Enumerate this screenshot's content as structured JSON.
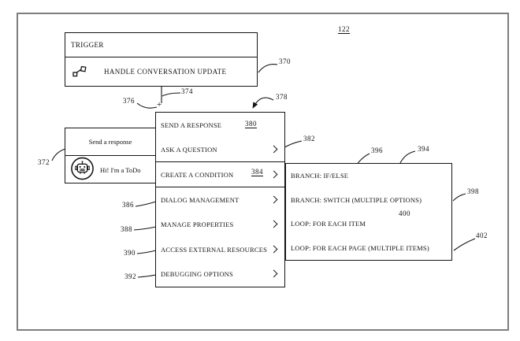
{
  "figure": {
    "ref": "122"
  },
  "colors": {
    "line": "#141414",
    "figure_border": "#7e7e7e",
    "background": "#ffffff"
  },
  "trigger_box": {
    "header": "TRIGGER",
    "item": "HANDLE CONVERSATION UPDATE",
    "icon": "connector-icon",
    "ref": "370"
  },
  "connector": {
    "plus": "+",
    "line_ref": "374",
    "plus_ref": "376"
  },
  "response_box": {
    "title": "Send a response",
    "message": "Hi! I'm a ToDo",
    "icon": "bot-avatar-icon",
    "ref": "372"
  },
  "menu": {
    "ref": "378",
    "items": [
      {
        "label": "SEND A RESPONSE",
        "ref": "380",
        "chevron": false
      },
      {
        "label": "ASK A QUESTION",
        "ref": "382",
        "chevron": true
      },
      {
        "label": "CREATE A CONDITION",
        "ref": "384",
        "chevron": true
      },
      {
        "label": "DIALOG MANAGEMENT",
        "ref": "386",
        "chevron": true
      },
      {
        "label": "MANAGE PROPERTIES",
        "ref": "388",
        "chevron": true
      },
      {
        "label": "ACCESS EXTERNAL RESOURCES",
        "ref": "390",
        "chevron": true
      },
      {
        "label": "DEBUGGING OPTIONS",
        "ref": "392",
        "chevron": true
      }
    ]
  },
  "submenu": {
    "ref": "394",
    "items": [
      {
        "label": "BRANCH: IF/ELSE",
        "ref": "396"
      },
      {
        "label": "BRANCH: SWITCH (MULTIPLE OPTIONS)",
        "ref": "398"
      },
      {
        "label": "LOOP: FOR EACH ITEM",
        "ref": "400"
      },
      {
        "label": "LOOP: FOR EACH PAGE (MULTIPLE ITEMS)",
        "ref": "402"
      }
    ]
  },
  "refs": {
    "370": "370",
    "372": "372",
    "374": "374",
    "376": "376",
    "378": "378",
    "382": "382",
    "386": "386",
    "388": "388",
    "390": "390",
    "392": "392",
    "394": "394",
    "396": "396",
    "398": "398",
    "400": "400",
    "402": "402"
  }
}
